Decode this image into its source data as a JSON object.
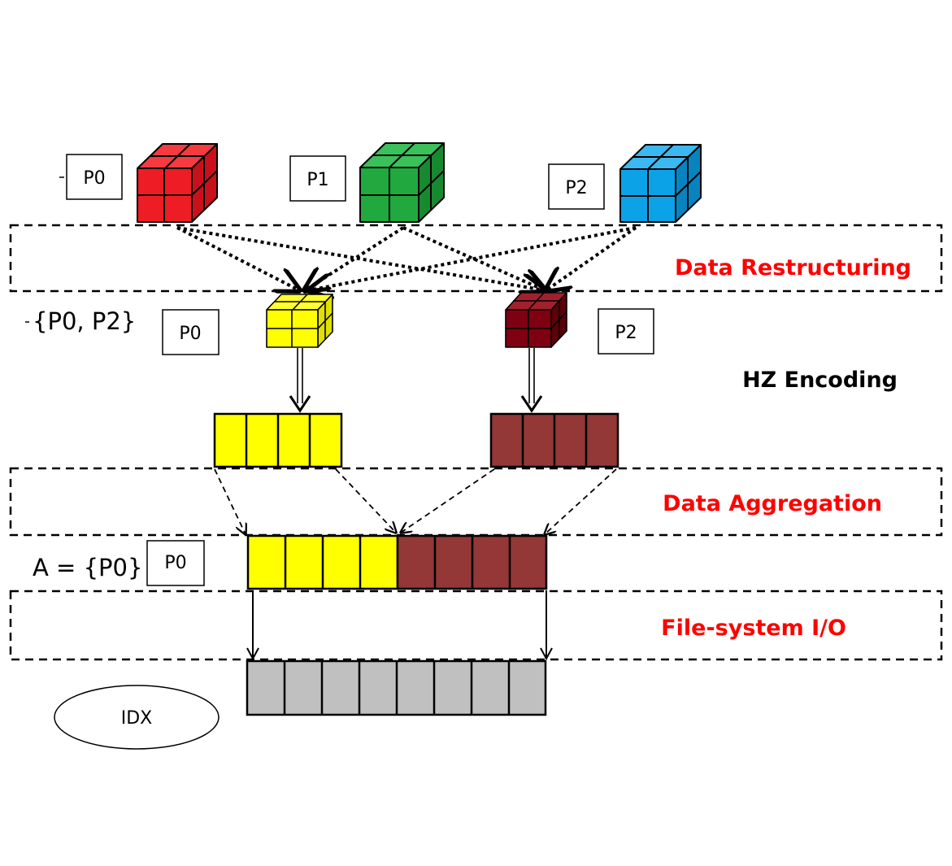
{
  "stages": {
    "restructuring": "Data Restructuring",
    "encoding": "HZ Encoding",
    "aggregation": "Data Aggregation",
    "io": "File-system I/O"
  },
  "processes": {
    "p0": "P0",
    "p1": "P1",
    "p2": "P2"
  },
  "groups": {
    "restructure_group": "{P0, P2}",
    "aggregator_group": "A = {P0}"
  },
  "output": {
    "file_label": "IDX"
  },
  "colors": {
    "stage_text": "#ff0000",
    "cube_p0": "#ee1c24",
    "cube_p1": "#21a83f",
    "cube_p2": "#0ca2e8",
    "cube_restructured_p0": "#ffff00",
    "cube_restructured_p2": "#7f0010",
    "buffer_yellow": "#ffff00",
    "buffer_maroon": "#933737",
    "file_block": "#c0c0c0"
  }
}
